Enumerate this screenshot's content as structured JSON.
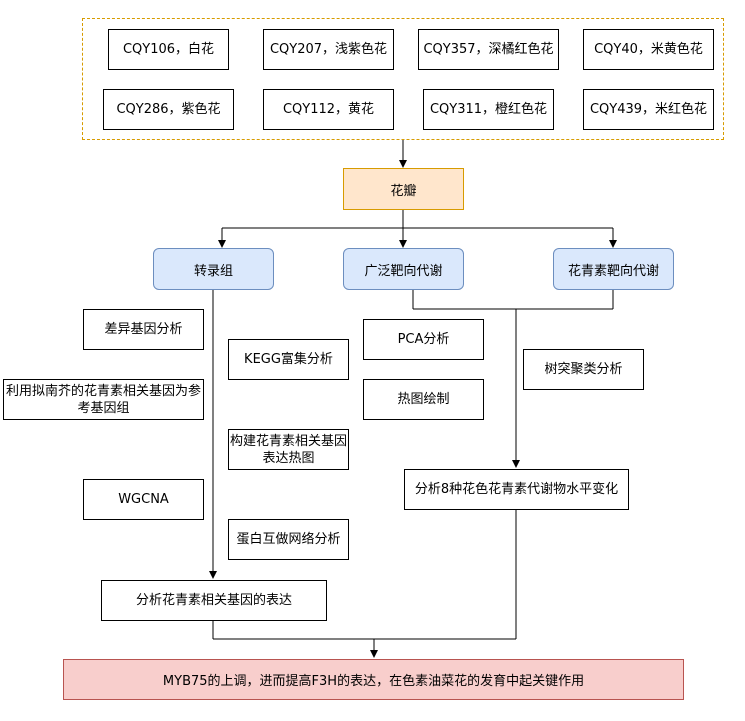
{
  "cultivars": [
    "CQY106，白花",
    "CQY207，浅紫色花",
    "CQY357，深橘红色花",
    "CQY40，米黄色花",
    "CQY286，紫色花",
    "CQY112，黄花",
    "CQY311，橙红色花",
    "CQY439，米红色花"
  ],
  "petal": "花瓣",
  "branches": {
    "transcriptome": "转录组",
    "metabolism": "广泛靶向代谢",
    "anthocyanin": "花青素靶向代谢"
  },
  "transcriptome_steps": {
    "deg": "差异基因分析",
    "reference": "利用拟南芥的花青素相关基因为参考基因组",
    "wgcna": "WGCNA",
    "kegg": "KEGG富集分析",
    "heatmap": "构建花青素相关基因表达热图",
    "ppi": "蛋白互做网络分析",
    "result": "分析花青素相关基因的表达"
  },
  "metabolism_steps": {
    "pca": "PCA分析",
    "heatmap": "热图绘制",
    "cluster": "树突聚类分析",
    "result": "分析8种花色花青素代谢物水平变化"
  },
  "conclusion": "MYB75的上调，进而提高F3H的表达，在色素油菜花的发育中起关键作用"
}
